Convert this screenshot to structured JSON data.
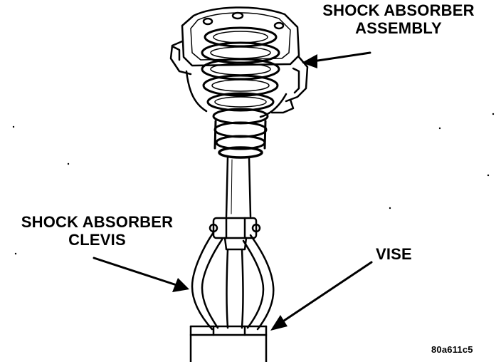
{
  "labels": {
    "shock_absorber_assembly": [
      "SHOCK ABSORBER",
      "ASSEMBLY"
    ],
    "shock_absorber_clevis": [
      "SHOCK ABSORBER",
      "CLEVIS"
    ],
    "vise": "VISE",
    "figure_code": "80a611c5"
  },
  "colors": {
    "ink": "#000000",
    "paper": "#ffffff"
  }
}
